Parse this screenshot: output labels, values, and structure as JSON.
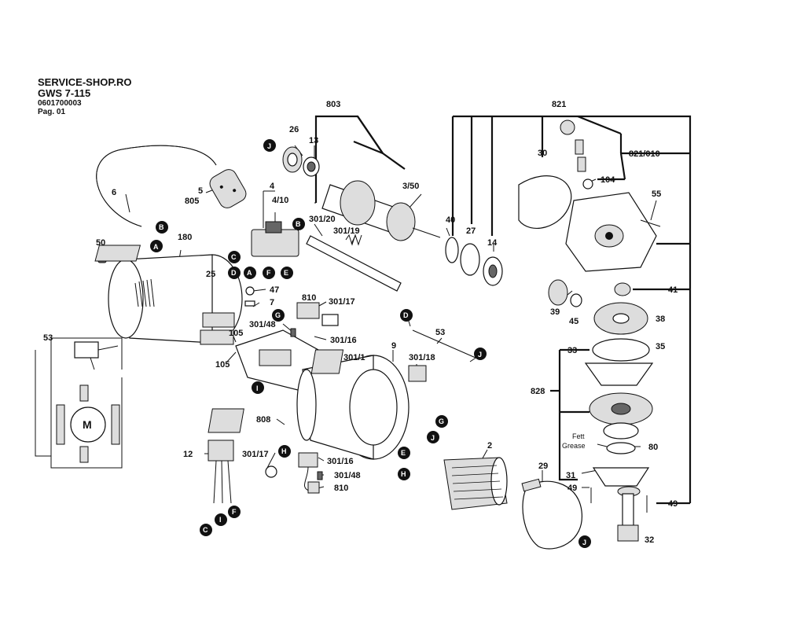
{
  "header": {
    "shop": "SERVICE-SHOP.RO",
    "model": "GWS 7-115",
    "part_number": "0601700003",
    "page": "Pag. 01"
  },
  "labels": {
    "l803": "803",
    "l821": "821",
    "l821_010": "821/010",
    "l26": "26",
    "l13": "13",
    "l3_50": "3/50",
    "l30": "30",
    "l104": "104",
    "l55": "55",
    "l6": "6",
    "l5": "5",
    "l805": "805",
    "l4": "4",
    "l4_10": "4/10",
    "l301_20": "301/20",
    "l301_19": "301/19",
    "l40": "40",
    "l27": "27",
    "l14": "14",
    "l50": "50",
    "l180": "180",
    "l25": "25",
    "l47": "47",
    "l7": "7",
    "l810a": "810",
    "l301_17a": "301/17",
    "l301_48a": "301/48",
    "l301_16a": "301/16",
    "l105a": "105",
    "l105b": "105",
    "l53a": "53",
    "l53b": "53",
    "l9": "9",
    "l301_18": "301/18",
    "l301_1": "301/1",
    "l41": "41",
    "l39": "39",
    "l45": "45",
    "l38": "38",
    "l33": "33",
    "l35": "35",
    "l828": "828",
    "l808": "808",
    "l12": "12",
    "l301_17b": "301/17",
    "l301_16b": "301/16",
    "l301_48b": "301/48",
    "l810b": "810",
    "l2": "2",
    "l29": "29",
    "l31": "31",
    "l49a": "49",
    "l49b": "49",
    "l80": "80",
    "l32": "32",
    "fett": "Fett",
    "grease": "Grease",
    "motor": "M"
  },
  "markers": {
    "J": "J",
    "B": "B",
    "A": "A",
    "C": "C",
    "D": "D",
    "F": "F",
    "E": "E",
    "G": "G",
    "H": "H",
    "I": "I"
  }
}
